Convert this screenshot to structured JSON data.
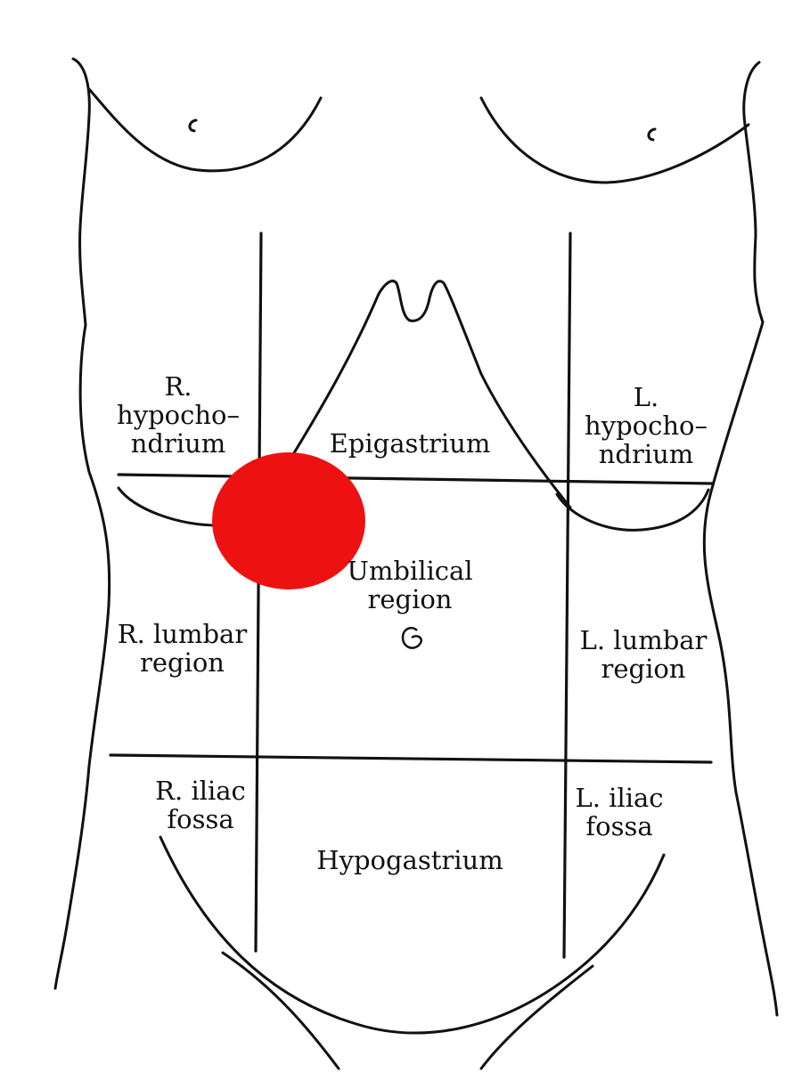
{
  "regions": {
    "r_hypochondrium": [
      "R.",
      "hypocho–",
      "ndrium"
    ],
    "epigastrium": [
      "Epigastrium"
    ],
    "l_hypochondrium": [
      "L.",
      "hypocho–",
      "ndrium"
    ],
    "r_lumbar": [
      "R. lumbar",
      "region"
    ],
    "umbilical": [
      "Umbilical",
      "region"
    ],
    "l_lumbar": [
      "L. lumbar",
      "region"
    ],
    "r_iliac": [
      "R. iliac",
      "fossa"
    ],
    "hypogastrium": [
      "Hypogastrium"
    ],
    "l_iliac": [
      "L. iliac",
      "fossa"
    ]
  },
  "marker": {
    "color": "#ee1111"
  },
  "line_color": "#111111"
}
